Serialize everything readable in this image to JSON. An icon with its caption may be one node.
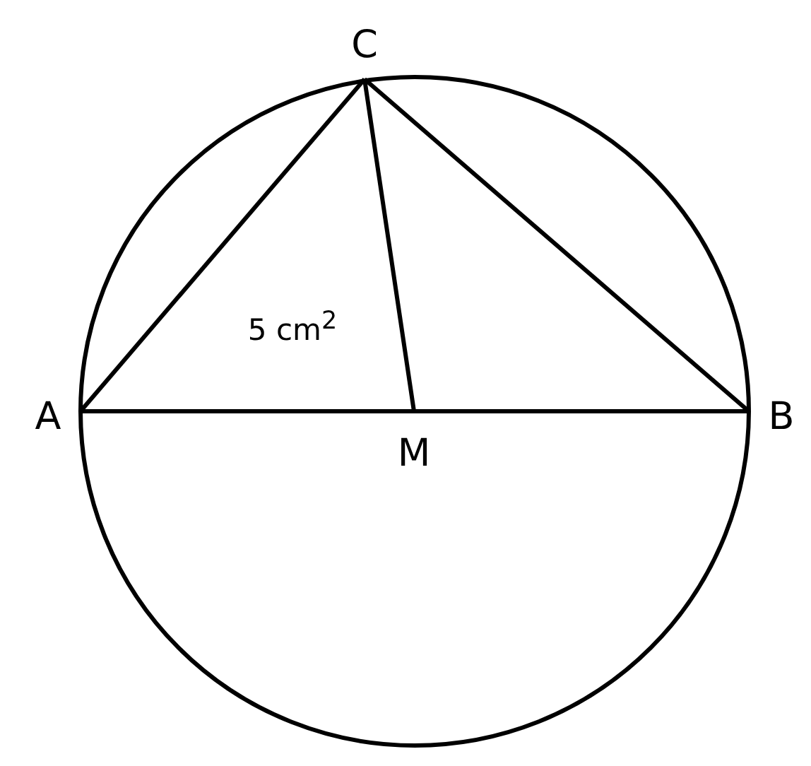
{
  "diagram": {
    "labels": [
      "C",
      "5 cm$^{2}$",
      "A",
      "B",
      "M"
    ]
  }
}
